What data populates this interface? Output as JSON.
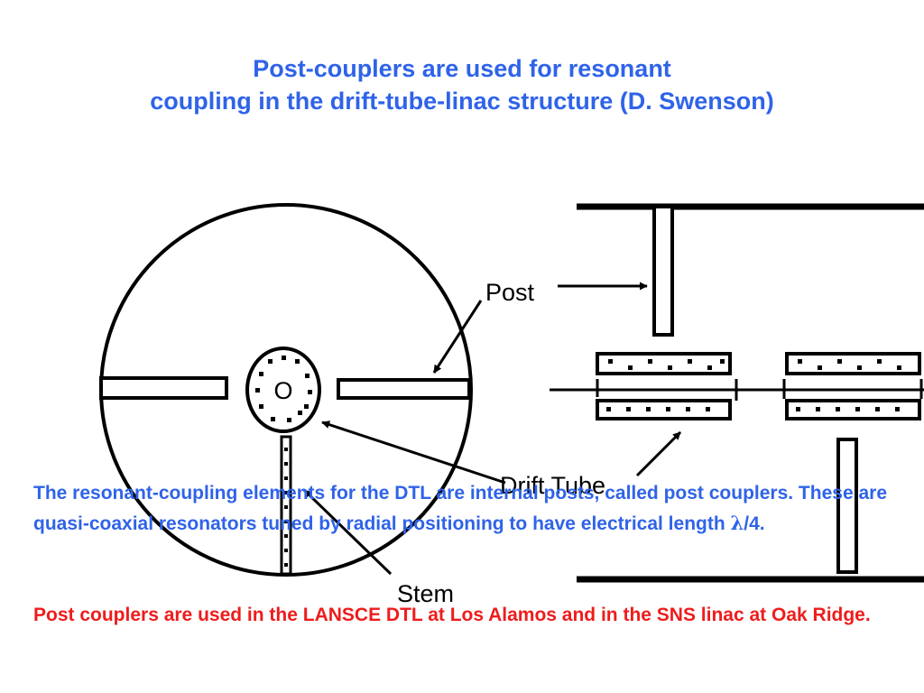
{
  "title": {
    "line1": "Post-couplers are used for resonant",
    "line2": "coupling in the drift-tube-linac structure (D. Swenson)"
  },
  "diagram": {
    "labels": {
      "post": "Post",
      "drift_tube": "Drift Tube",
      "stem": "Stem",
      "beam_axis_symbol": "O"
    }
  },
  "text": {
    "description_main": "The resonant-coupling elements for the DTL are internal posts, called post couplers. These are quasi-coaxial resonators tuned by radial positioning to have electrical length ",
    "lambda_symbol": "λ",
    "description_tail": "/4.",
    "note": "Post couplers are used in the LANSCE DTL at Los Alamos and in the SNS linac at Oak Ridge."
  },
  "colors": {
    "title": "#2f63e8",
    "description": "#2f63e8",
    "note": "#ee1c1c",
    "lines": "#000000"
  }
}
